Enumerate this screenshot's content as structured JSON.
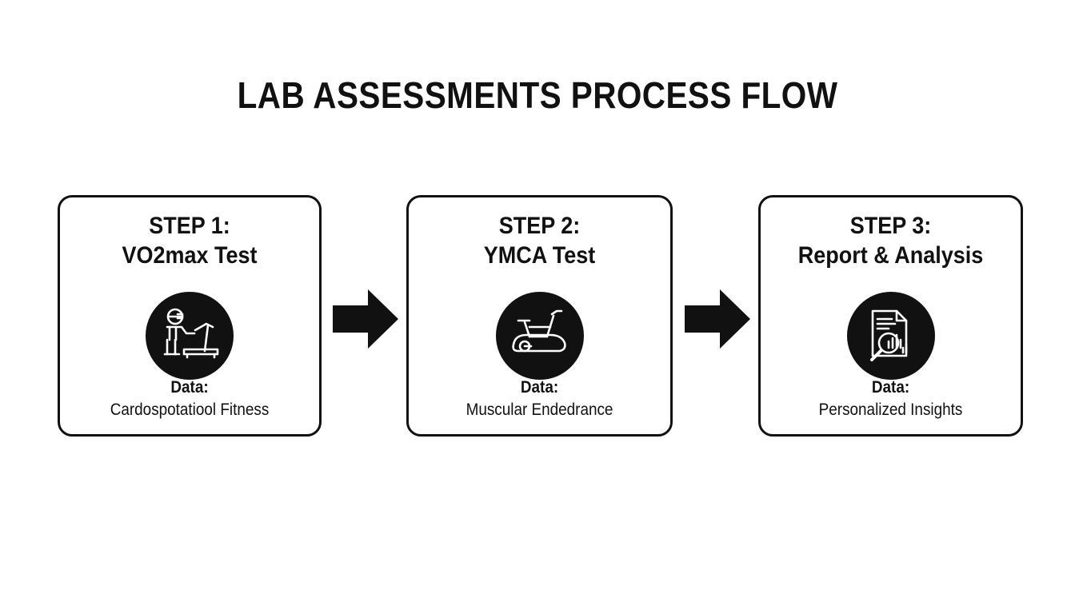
{
  "title": "LAB ASSESSMENTS PROCESS FLOW",
  "steps": [
    {
      "label": "STEP 1:",
      "name": "VO2max Test",
      "icon": "treadmill-runner-icon",
      "data_label": "Data:",
      "data_value": "Cardospotatiool Fitness"
    },
    {
      "label": "STEP 2:",
      "name": "YMCA Test",
      "icon": "stationary-bike-icon",
      "data_label": "Data:",
      "data_value": "Muscular Endedrance"
    },
    {
      "label": "STEP 3:",
      "name": "Report & Analysis",
      "icon": "report-magnifier-icon",
      "data_label": "Data:",
      "data_value": "Personalized Insights"
    }
  ],
  "colors": {
    "ink": "#111111",
    "background": "#ffffff"
  }
}
